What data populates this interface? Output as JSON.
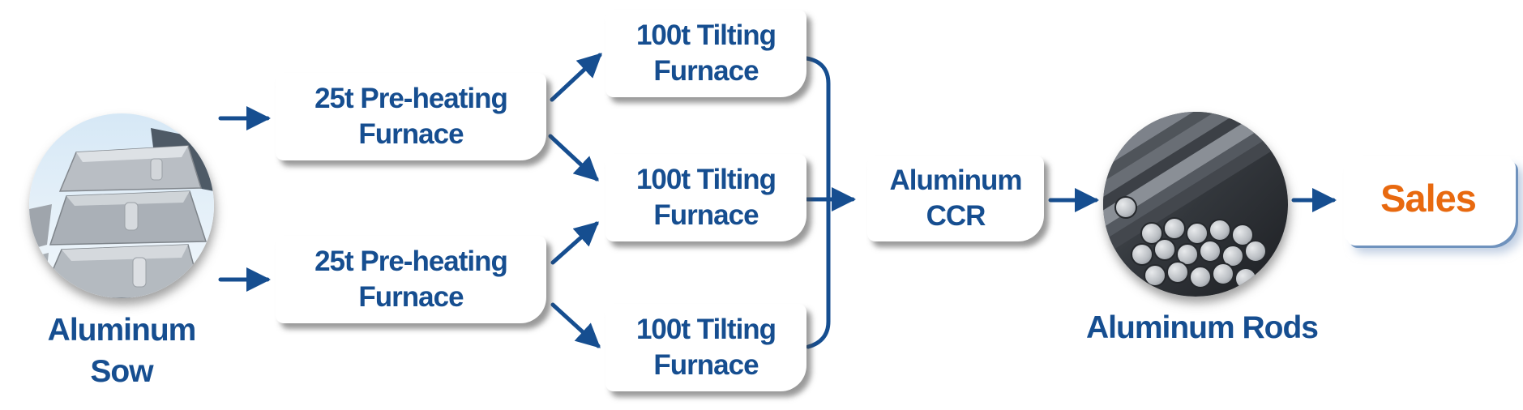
{
  "diagram_type": "process-flow",
  "colors": {
    "primary_blue": "#164e90",
    "accent_orange": "#e8690f",
    "box_background": "#ffffff",
    "sales_shadow_blue": "#6f92bd"
  },
  "nodes": {
    "sow": {
      "label_line1": "Aluminum",
      "label_line2": "Sow",
      "image": "aluminum-sow-ingots-photo"
    },
    "preheat_top": {
      "line1": "25t Pre-heating",
      "line2": "Furnace"
    },
    "preheat_bottom": {
      "line1": "25t Pre-heating",
      "line2": "Furnace"
    },
    "tilting_top": {
      "line1": "100t Tilting",
      "line2": "Furnace"
    },
    "tilting_middle": {
      "line1": "100t Tilting",
      "line2": "Furnace"
    },
    "tilting_bottom": {
      "line1": "100t Tilting",
      "line2": "Furnace"
    },
    "ccr": {
      "line1": "Aluminum",
      "line2": "CCR"
    },
    "rods": {
      "label": "Aluminum Rods",
      "image": "aluminum-rods-photo"
    },
    "sales": {
      "label": "Sales"
    }
  },
  "connections": [
    {
      "from": "aluminum-sow",
      "to": "preheat-furnace-top"
    },
    {
      "from": "aluminum-sow",
      "to": "preheat-furnace-bottom"
    },
    {
      "from": "preheat-furnace-top",
      "to": "tilting-furnace-top"
    },
    {
      "from": "preheat-furnace-top",
      "to": "tilting-furnace-middle"
    },
    {
      "from": "preheat-furnace-bottom",
      "to": "tilting-furnace-middle"
    },
    {
      "from": "preheat-furnace-bottom",
      "to": "tilting-furnace-bottom"
    },
    {
      "from": "tilting-furnaces-merged",
      "to": "aluminum-ccr"
    },
    {
      "from": "aluminum-ccr",
      "to": "aluminum-rods"
    },
    {
      "from": "aluminum-rods",
      "to": "sales"
    }
  ]
}
